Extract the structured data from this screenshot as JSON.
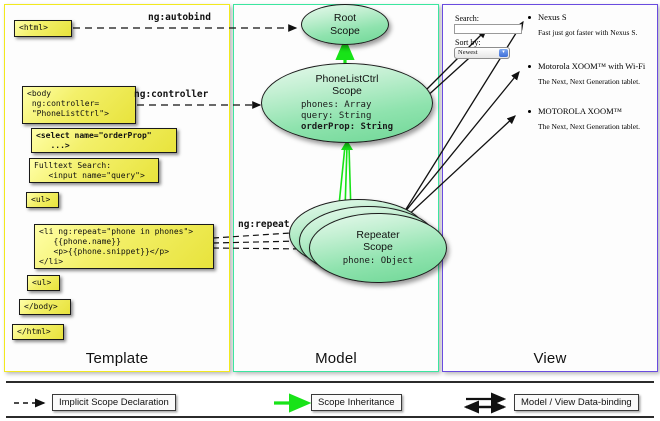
{
  "columns": [
    {
      "id": "template",
      "label": "Template",
      "border_color": "#f2e91f"
    },
    {
      "id": "model",
      "label": "Model",
      "border_color": "#3ce6a0"
    },
    {
      "id": "view",
      "label": "View",
      "border_color": "#6a4ce0"
    }
  ],
  "template": {
    "boxes": [
      {
        "name": "html-open-tag",
        "text": "<html>"
      },
      {
        "name": "body-open-tag",
        "text": "<body\n ng:controller=\n \"PhoneListCtrl\">"
      },
      {
        "name": "select-tag",
        "text": "<select name=\"orderProp\"\n   ...>"
      },
      {
        "name": "fulltext-search",
        "text": "Fulltext Search:\n   <input name=\"query\">"
      },
      {
        "name": "ul-open-tag",
        "text": "<ul>"
      },
      {
        "name": "li-repeat-tag",
        "text": "<li ng:repeat=\"phone in phones\">\n   {{phone.name}}\n   <p>{{phone.snippet}}</p>\n</li>"
      },
      {
        "name": "ul-close-tag",
        "text": "<ul>"
      },
      {
        "name": "body-close-tag",
        "text": "</body>"
      },
      {
        "name": "html-close-tag",
        "text": "</html>"
      }
    ]
  },
  "model": {
    "scopes": [
      {
        "name": "root-scope",
        "title": "Root\nScope",
        "props": ""
      },
      {
        "name": "phonelistctrl-scope",
        "title": "PhoneListCtrl\nScope",
        "props": "phones: Array\nquery: String\norderProp: String",
        "bold_prop": "orderProp: String"
      },
      {
        "name": "repeater-scope",
        "title": "Repeater\nScope",
        "props": "phone: Object"
      }
    ]
  },
  "view": {
    "search_label": "Search:",
    "search_value": "",
    "sort_label": "Sort by:",
    "sort_selected": "Newest",
    "sort_options": [
      "Newest"
    ],
    "phones": [
      {
        "name": "Nexus S",
        "snippet": "Fast just got faster with Nexus S."
      },
      {
        "name": "Motorola XOOM™ with Wi-Fi",
        "snippet": "The Next, Next Generation tablet."
      },
      {
        "name": "MOTOROLA XOOM™",
        "snippet": "The Next, Next Generation tablet."
      }
    ]
  },
  "connectors": [
    {
      "name": "ng-autobind-label",
      "text": "ng:autobind"
    },
    {
      "name": "ng-controller-label",
      "text": "ng:controller"
    },
    {
      "name": "ng-repeat-label",
      "text": "ng:repeat"
    }
  ],
  "legend": [
    {
      "name": "implicit-scope-declaration",
      "text": "Implicit Scope Declaration",
      "marker": "dashed-arrow",
      "color": "#111111"
    },
    {
      "name": "scope-inheritance",
      "text": "Scope Inheritance",
      "marker": "green-arrow",
      "color": "#18e318"
    },
    {
      "name": "model-view-data-binding",
      "text": "Model / View Data-binding",
      "marker": "double-arrow",
      "color": "#111111"
    }
  ],
  "colors": {
    "code_box_fill": "#e8e33c",
    "scope_fill": "#8fe3ae",
    "inheritance_arrow": "#18e318",
    "template_border": "#f2e91f",
    "model_border": "#3ce6a0",
    "view_border": "#6a4ce0"
  }
}
